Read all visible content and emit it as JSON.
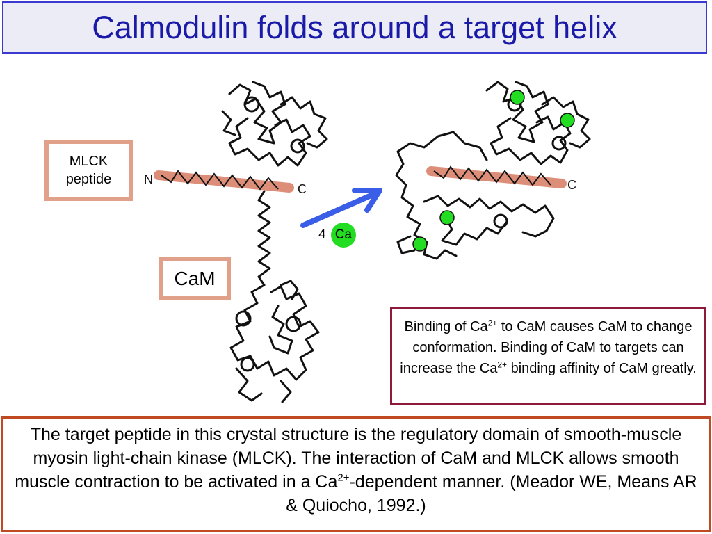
{
  "title": "Calmodulin folds around a target helix",
  "labels": {
    "mlck": "MLCK peptide",
    "cam": "CaM",
    "n_terminus": "N",
    "c_terminus_left": "C",
    "c_terminus_right": "C",
    "ca_count": "4",
    "ca_symbol": "Ca"
  },
  "note": {
    "part1": "Binding of Ca",
    "sup1": "2+",
    "part2": " to CaM causes CaM to change conformation.  Binding of CaM to targets can increase the Ca",
    "sup2": "2+",
    "part3": " binding affinity of CaM greatly."
  },
  "caption": {
    "part1": "The target peptide in this crystal structure is the regulatory domain of smooth-muscle myosin light-chain kinase (MLCK).  The interaction of CaM and MLCK allows smooth muscle contraction to be activated in a Ca",
    "sup": "2+",
    "part2": "-dependent manner.  (Meador WE, Means AR & Quiocho, 1992.)"
  },
  "colors": {
    "title_text": "#1a1aa8",
    "title_border": "#3a3ad0",
    "peptide": "#d9826a",
    "label_border": "#e0a08a",
    "note_border": "#8c1a3a",
    "caption_border": "#c04a22",
    "arrow": "#3a5ee8",
    "calcium": "#22dd22"
  }
}
